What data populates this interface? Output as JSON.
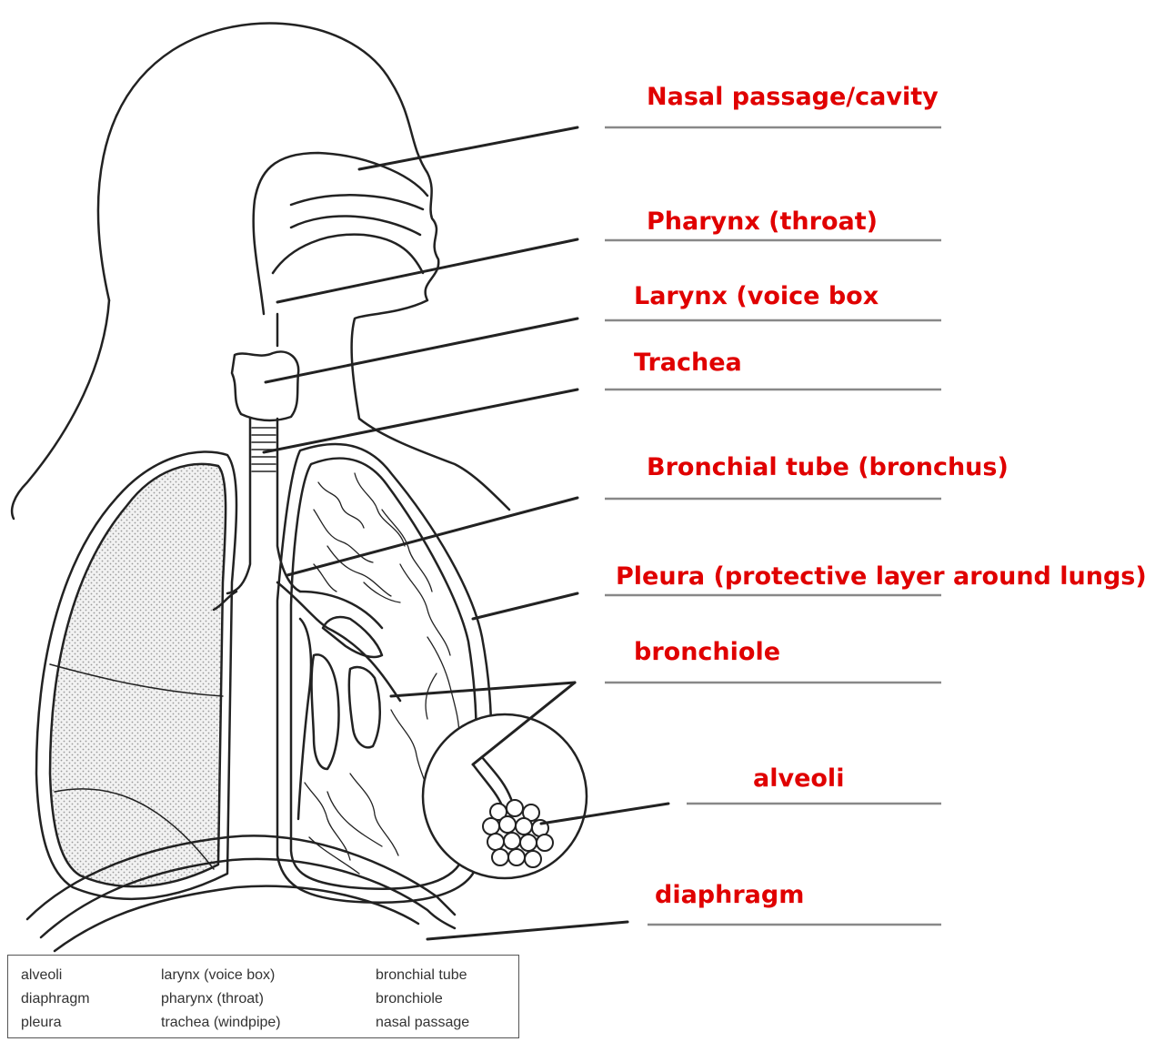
{
  "labels": [
    "Nasal passage/cavity",
    "Pharynx (throat)",
    "Larynx (voice box",
    "Trachea",
    "Bronchial tube (bronchus)",
    "Pleura (protective layer around lungs)",
    "bronchiole",
    "alveoli",
    "diaphragm"
  ],
  "word_bank": {
    "col1": [
      "alveoli",
      "diaphragm",
      "pleura"
    ],
    "col2": [
      "larynx (voice box)",
      "pharynx (throat)",
      "trachea (windpipe)"
    ],
    "col3": [
      "bronchial tube",
      "bronchiole",
      "nasal passage"
    ]
  },
  "colors": {
    "label": "#e00000",
    "outline": "#222222",
    "answer_line": "#888888"
  }
}
